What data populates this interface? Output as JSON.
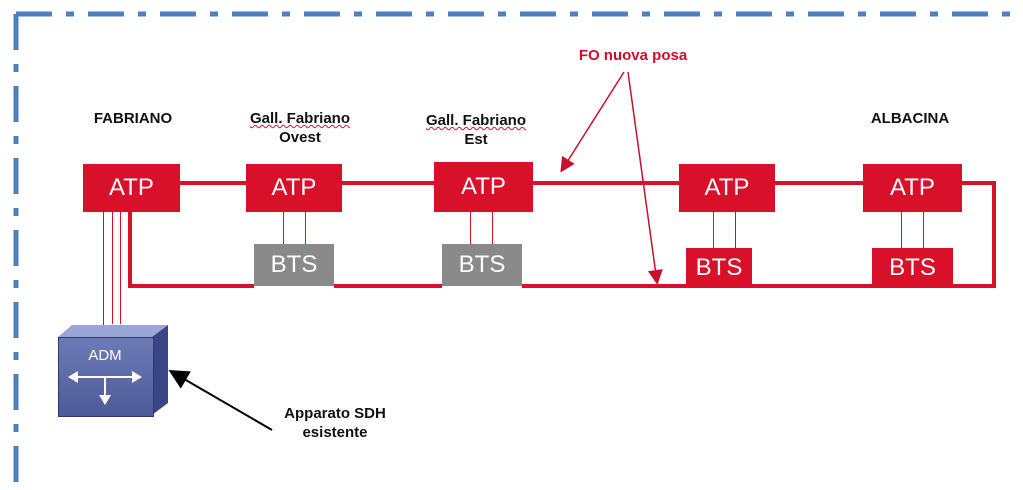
{
  "stations": [
    {
      "name": "FABRIANO"
    },
    {
      "name_line1": "Gall. Fabriano",
      "name_line2": "Ovest"
    },
    {
      "name_line1": "Gall. Fabriano",
      "name_line2": "Est"
    },
    {
      "name": ""
    },
    {
      "name": "ALBACINA"
    }
  ],
  "atp_label": "ATP",
  "bts_label": "BTS",
  "adm_label": "ADM",
  "callouts": {
    "fiber": "FO nuova posa",
    "sdh_line1": "Apparato SDH",
    "sdh_line2": "esistente"
  },
  "colors": {
    "accent_red": "#d9102a",
    "bts_gray": "#8a8a8a",
    "border_blue": "#4a7fc0",
    "adm_blue": "#5261a3"
  }
}
